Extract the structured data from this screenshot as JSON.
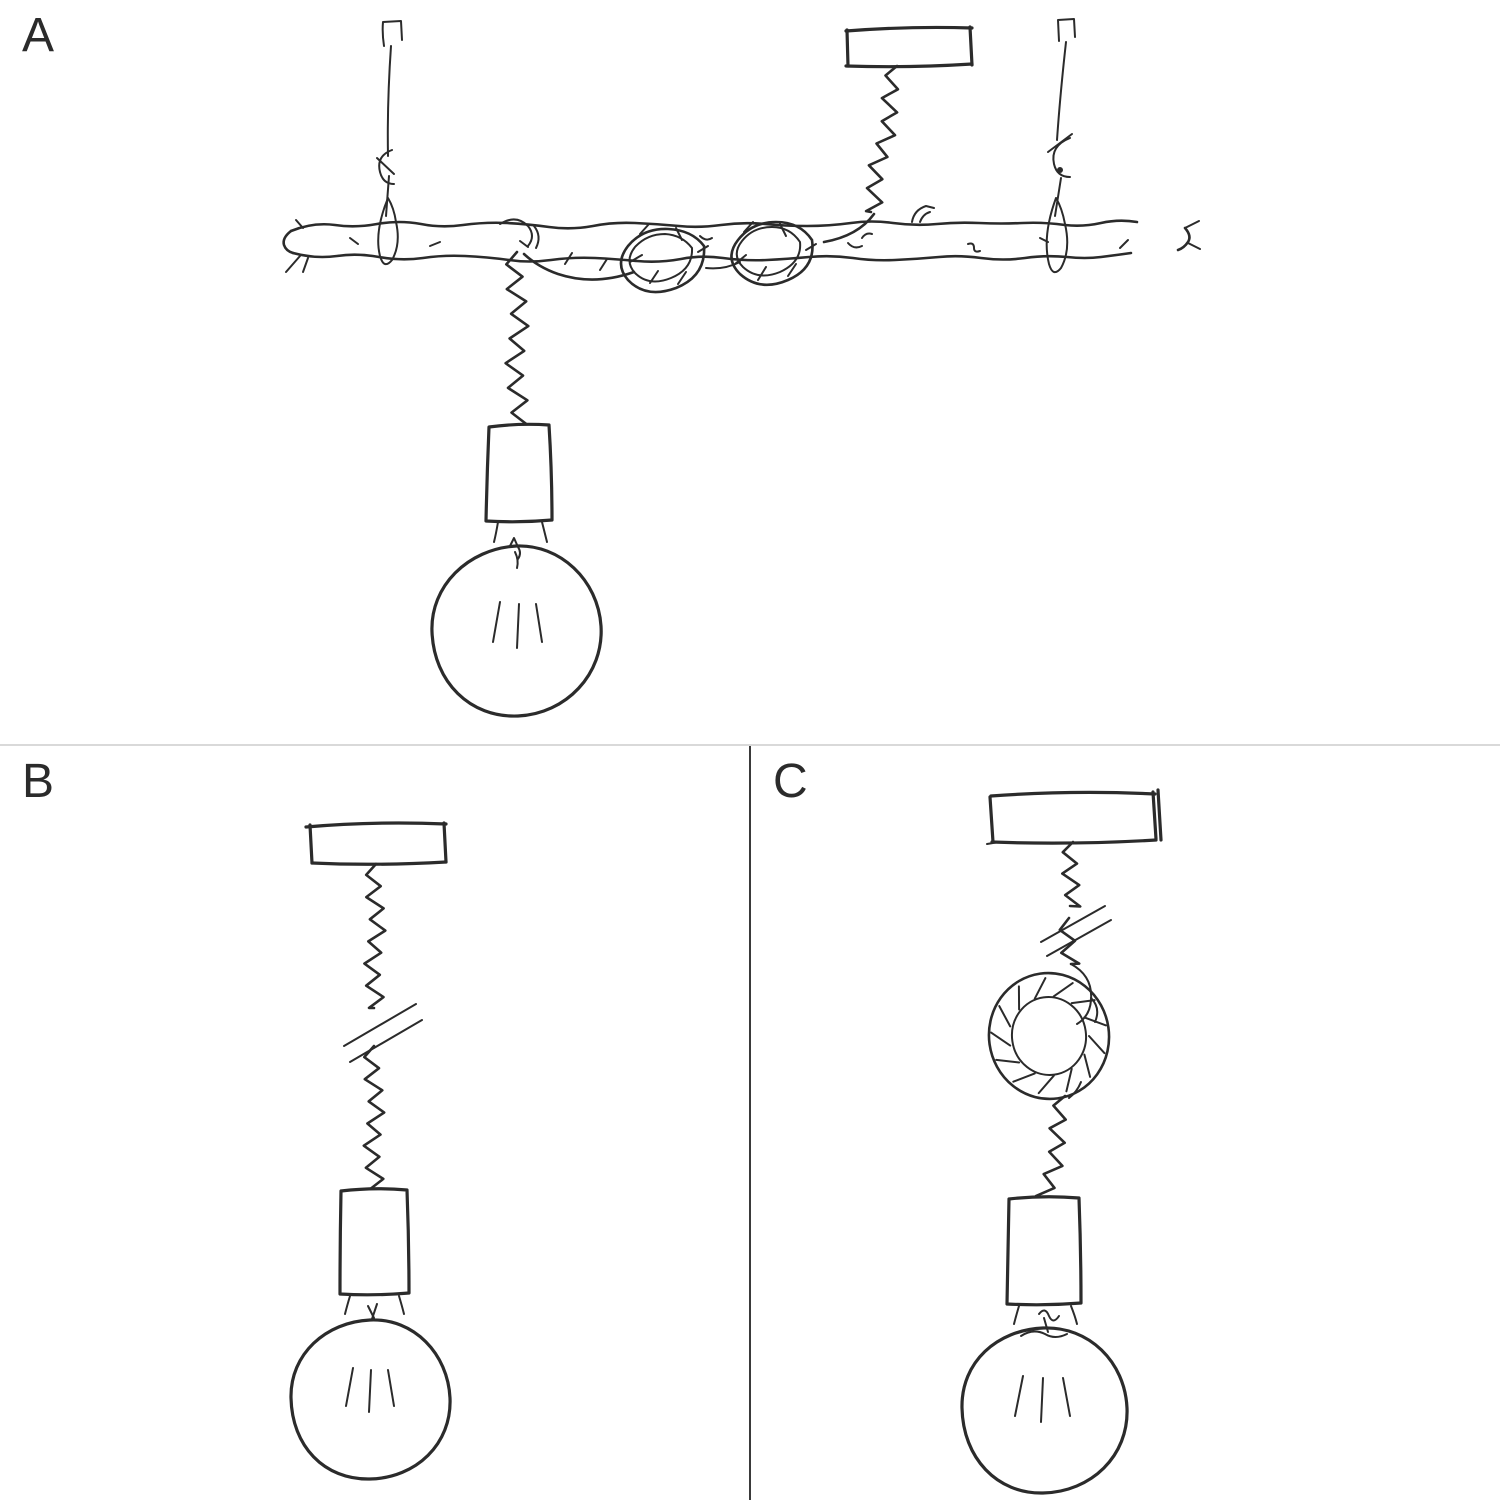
{
  "colors": {
    "background": "#ffffff",
    "ink": "#2b2b2b",
    "divider_h": "#d9d9d9",
    "divider_v": "#3a3a3a"
  },
  "panels": {
    "a": {
      "label": "A"
    },
    "b": {
      "label": "B"
    },
    "c": {
      "label": "C"
    }
  }
}
